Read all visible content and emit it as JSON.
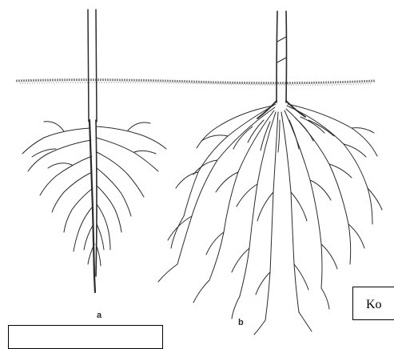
{
  "figure": {
    "label_a": "a",
    "label_b": "b",
    "stroke_color": "#2b2b2b",
    "soil_color": "#8a8a8a"
  },
  "callouts": {
    "right_text": "Ko",
    "bottom_text": ""
  },
  "icons": {
    "taproot": "taproot-system-icon",
    "fibrous": "fibrous-root-system-icon"
  }
}
